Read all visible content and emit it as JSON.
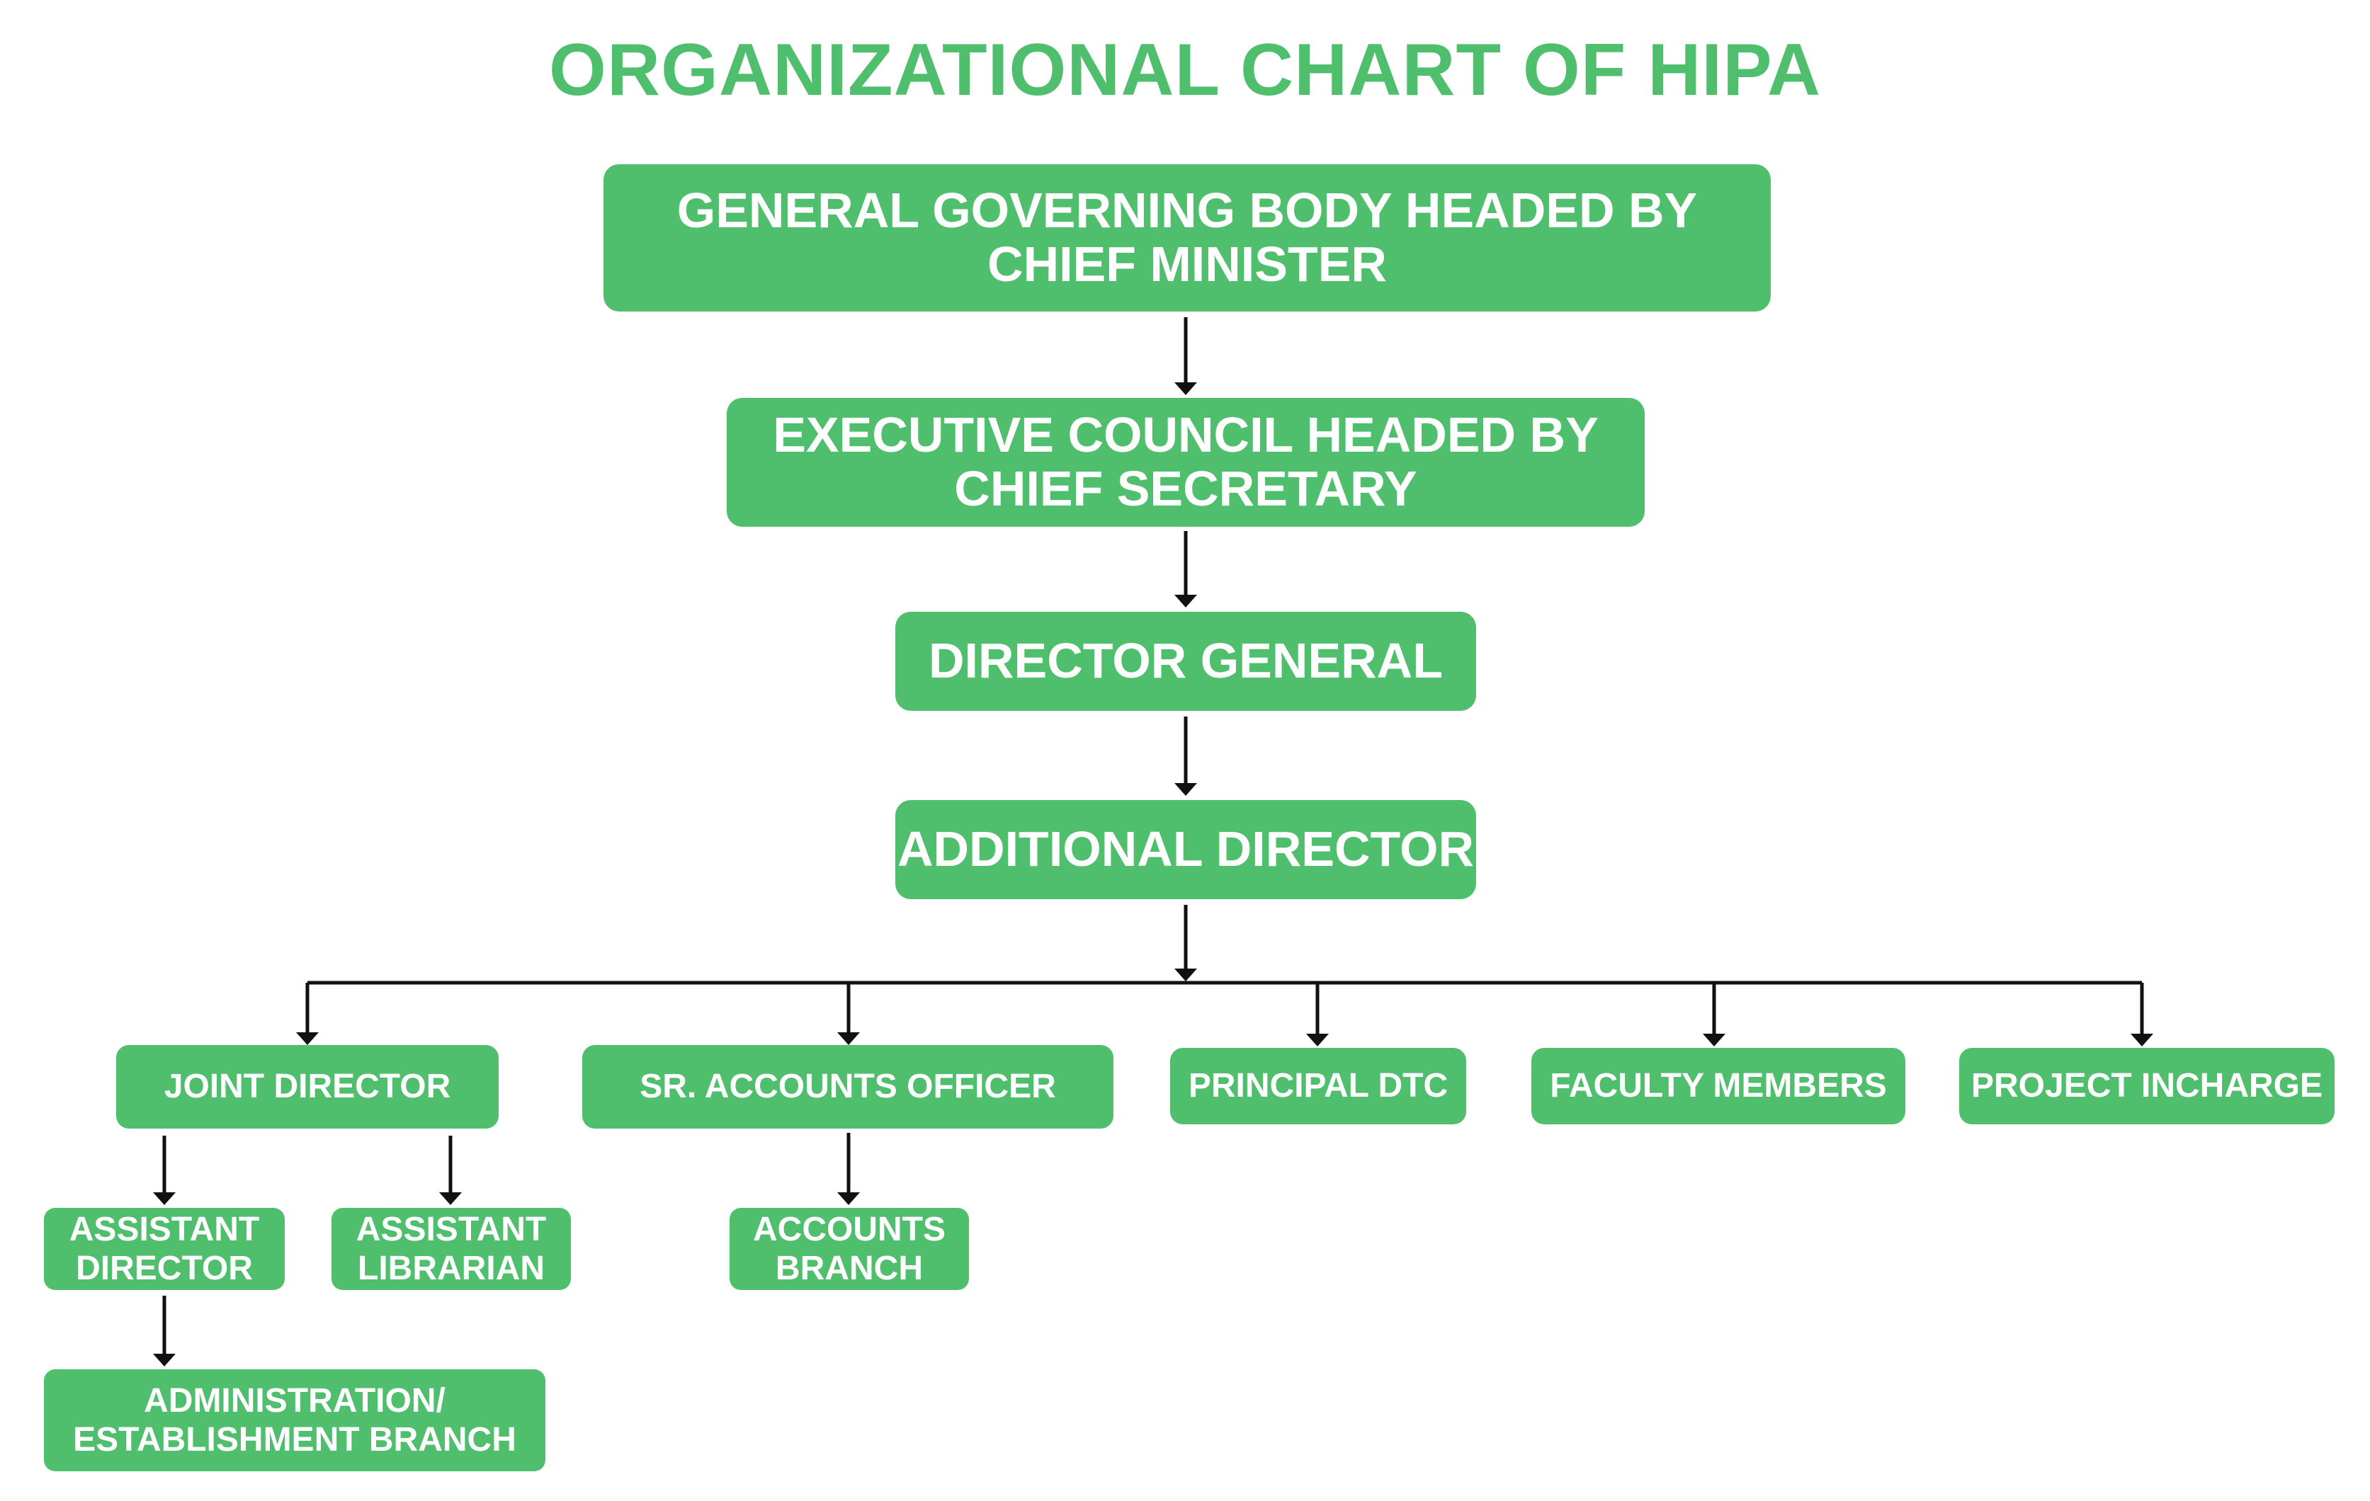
{
  "title": "ORGANIZATIONAL CHART OF HIPA",
  "colors": {
    "box_fill": "#4fbe6d",
    "title": "#4fbe6d",
    "box_text": "#ffffff",
    "connector": "#111111"
  },
  "nodes": {
    "governing_body": "GENERAL GOVERNING BODY HEADED BY\nCHIEF MINISTER",
    "executive_council": "EXECUTIVE COUNCIL  HEADED BY\nCHIEF SECRETARY",
    "director_general": "DIRECTOR GENERAL",
    "additional_director": "ADDITIONAL DIRECTOR",
    "joint_director": "JOINT DIRECTOR",
    "sr_accounts_officer": "SR. ACCOUNTS OFFICER",
    "principal_dtc": "PRINCIPAL DTC",
    "faculty_members": "FACULTY MEMBERS",
    "project_incharge": "PROJECT INCHARGE",
    "assistant_director": "ASSISTANT\nDIRECTOR",
    "assistant_librarian": "ASSISTANT\nLIBRARIAN",
    "accounts_branch": "ACCOUNTS\nBRANCH",
    "administration_branch": "ADMINISTRATION/\nESTABLISHMENT BRANCH"
  },
  "edges": [
    [
      "governing_body",
      "executive_council"
    ],
    [
      "executive_council",
      "director_general"
    ],
    [
      "director_general",
      "additional_director"
    ],
    [
      "additional_director",
      "joint_director"
    ],
    [
      "additional_director",
      "sr_accounts_officer"
    ],
    [
      "additional_director",
      "principal_dtc"
    ],
    [
      "additional_director",
      "faculty_members"
    ],
    [
      "additional_director",
      "project_incharge"
    ],
    [
      "joint_director",
      "assistant_director"
    ],
    [
      "joint_director",
      "assistant_librarian"
    ],
    [
      "sr_accounts_officer",
      "accounts_branch"
    ],
    [
      "assistant_director",
      "administration_branch"
    ]
  ]
}
